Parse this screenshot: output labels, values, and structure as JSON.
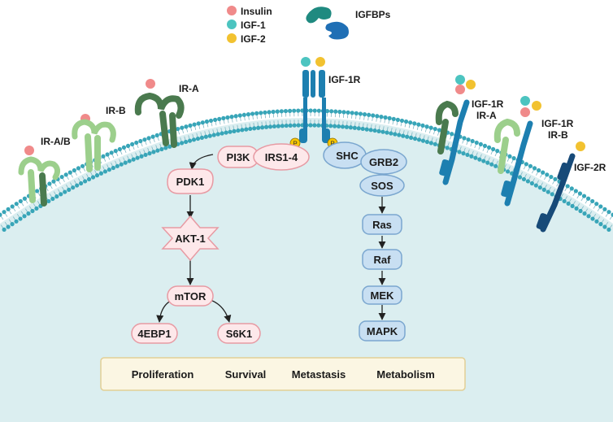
{
  "legend": {
    "insulin": "Insulin",
    "igf1": "IGF-1",
    "igf2": "IGF-2",
    "igfbps": "IGFBPs"
  },
  "colors": {
    "insulin": "#f08a8a",
    "igf1": "#4cc4c0",
    "igf2": "#f2c230",
    "cell": "#dbeef0",
    "membrane_head": "#38a5b8",
    "pink_node_fill": "#fde8ea",
    "pink_node_stroke": "#e79aa3",
    "blue_node_fill": "#c8dff2",
    "blue_node_stroke": "#7aa6cf",
    "outcome_fill": "#fbf6e3",
    "outcome_stroke": "#e2cf96",
    "ir_dark": "#4a7a4e",
    "ir_light": "#9ccf8c",
    "igf1r": "#1d7fb0",
    "igf2r": "#174a78",
    "phospho": "#f7c600"
  },
  "receptors": {
    "ir_ab": "IR-A/B",
    "ir_b": "IR-B",
    "ir_a": "IR-A",
    "igf1r": "IGF-1R",
    "hybrid_a_line1": "IGF-1R",
    "hybrid_a_line2": "IR-A",
    "hybrid_b_line1": "IGF-1R",
    "hybrid_b_line2": "IR-B",
    "igf2r": "IGF-2R",
    "phospho": "P"
  },
  "nodes": {
    "pi3k": "PI3K",
    "irs": "IRS1-4",
    "pdk1": "PDK1",
    "akt": "AKT-1",
    "mtor": "mTOR",
    "ebp": "4EBP1",
    "s6k": "S6K1",
    "shc": "SHC",
    "grb2": "GRB2",
    "sos": "SOS",
    "ras": "Ras",
    "raf": "Raf",
    "mek": "MEK",
    "mapk": "MAPK"
  },
  "outcomes": [
    "Proliferation",
    "Survival",
    "Metastasis",
    "Metabolism"
  ]
}
